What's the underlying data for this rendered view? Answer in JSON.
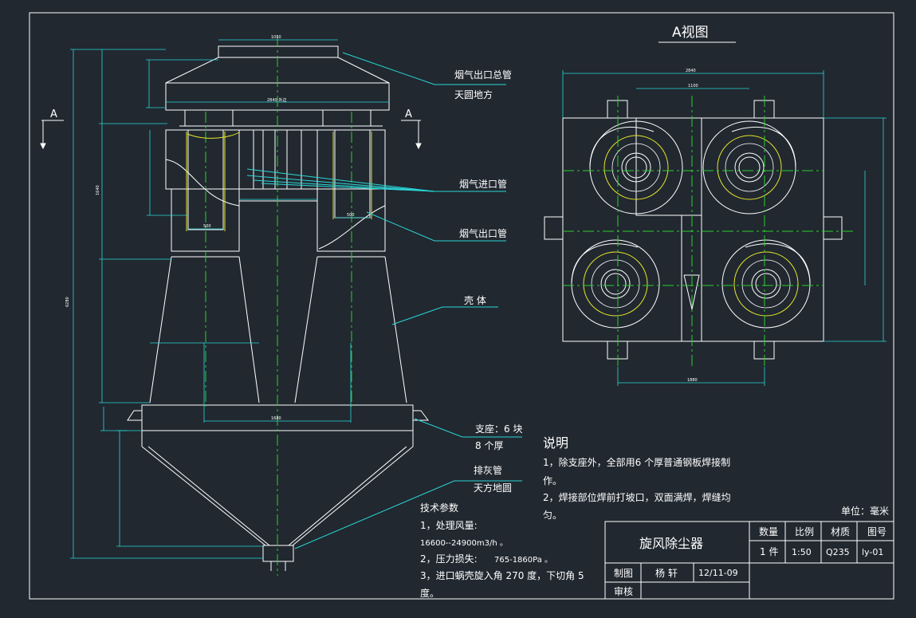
{
  "drawing": {
    "view_title": "A视图",
    "section_mark": "A",
    "section_mark_right": "A",
    "callouts": {
      "outlet_main": "烟气出口总管",
      "outlet_main_sub": "天圆地方",
      "inlet": "烟气进口管",
      "outlet": "烟气出口管",
      "shell": "壳  体",
      "support": "支座：6 块",
      "support_sub": "8 个厚",
      "ash": "排灰管",
      "ash_sub": "天方地圆"
    },
    "notes": {
      "heading": "说明",
      "line1": "1，除支座外，全部用6 个厚普通钢板焊接制",
      "line1b": "作。",
      "line2": "2，焊接部位焊前打坡口，双面满焊，焊缝均",
      "line2b": "匀。"
    },
    "tech": {
      "heading": "技术参数",
      "p1": "1，处理风量:",
      "p1v": "16600--24900m3/h      。",
      "p2": "2，压力损失:",
      "p2v": "765-1860Pa      。",
      "p3": "3，进口蜗壳旋入角          270 度，下切角     5",
      "p3b": "度。"
    },
    "unit": "单位：毫米",
    "title_block": {
      "name": "旋风除尘器",
      "h_qty": "数量",
      "h_scale": "比例",
      "h_material": "材质",
      "h_drawing_no": "图号",
      "qty": "1 件",
      "scale": "1:50",
      "material": "Q235",
      "drawing_no": "ly-01",
      "drawn_label": "制图",
      "drawn_by": "杨  轩",
      "date": "12/11-09",
      "check_label": "审核"
    }
  },
  "colors": {
    "background": "#212830",
    "line": "#ffffff",
    "centerline": "#2ad12a",
    "hidden": "#e6e62a",
    "dim": "#2ad6d6"
  }
}
